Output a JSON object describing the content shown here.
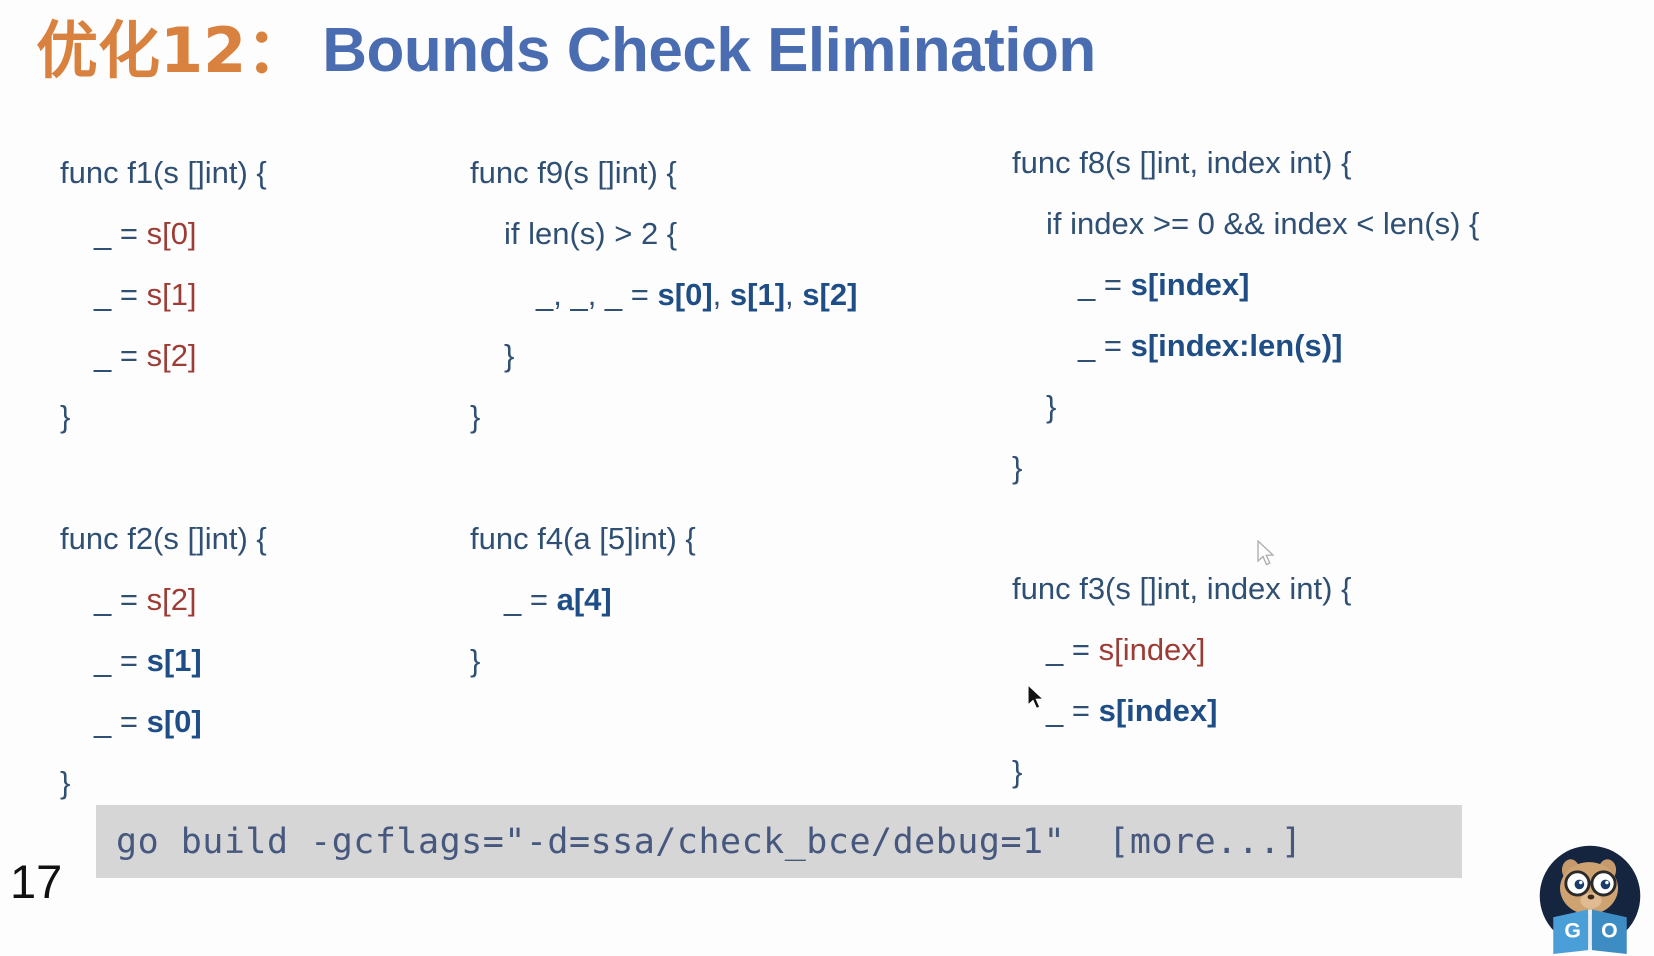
{
  "slide": {
    "number": "17",
    "title": {
      "prefix_cn": "优化12：",
      "main_en": "Bounds Check Elimination"
    }
  },
  "colors": {
    "title_orange": "#d9813f",
    "title_blue": "#4a6cb0",
    "code_base": "#2f4f73",
    "check_kept": "#9e3b34",
    "check_eliminated": "#1f4e86",
    "cmd_bar_bg": "#d6d6d6",
    "cmd_text": "#47587e"
  },
  "code_blocks": {
    "f1": {
      "name": "f1",
      "lines": [
        "func f1(s []int) {",
        "_ = s[0]",
        "_ = s[1]",
        "_ = s[2]",
        "}"
      ],
      "signature": "func f1(s []int) {",
      "l1_prefix": "_ = ",
      "l1_expr": "s[0]",
      "l2_prefix": "_ = ",
      "l2_expr": "s[1]",
      "l3_prefix": "_ = ",
      "l3_expr": "s[2]",
      "close": "}"
    },
    "f2": {
      "name": "f2",
      "signature": "func f2(s []int) {",
      "l1_prefix": "_ = ",
      "l1_expr": "s[2]",
      "l2_prefix": "_ = ",
      "l2_expr": "s[1]",
      "l3_prefix": "_ = ",
      "l3_expr": "s[0]",
      "close": "}"
    },
    "f9": {
      "name": "f9",
      "signature": "func f9(s []int) {",
      "if_line": "if len(s) > 2 {",
      "body_prefix": "_, _, _ = ",
      "body_e1": "s[0]",
      "body_sep1": ", ",
      "body_e2": "s[1]",
      "body_sep2": ", ",
      "body_e3": "s[2]",
      "close_inner": "}",
      "close": "}"
    },
    "f4": {
      "name": "f4",
      "signature": "func f4(a [5]int) {",
      "l1_prefix": "_ = ",
      "l1_expr": "a[4]",
      "close": "}"
    },
    "f8": {
      "name": "f8",
      "signature": "func f8(s []int, index int) {",
      "if_line": "if index >= 0 && index < len(s) {",
      "l1_prefix": "_ = ",
      "l1_expr": "s[index]",
      "l2_prefix": "_ = ",
      "l2_expr": "s[index:len(s)]",
      "close_inner": "}",
      "close": "}"
    },
    "f3": {
      "name": "f3",
      "signature": "func f3(s []int, index int) {",
      "l1_prefix": "_ = ",
      "l1_expr": "s[index]",
      "l2_prefix": "_ = ",
      "l2_expr": "s[index]",
      "close": "}"
    }
  },
  "command_bar": {
    "text": "go build -gcflags=\"-d=ssa/check_bce/debug=1\"  [more...]"
  },
  "logo": {
    "label": "GO",
    "alt": "go-gopher-logo"
  }
}
